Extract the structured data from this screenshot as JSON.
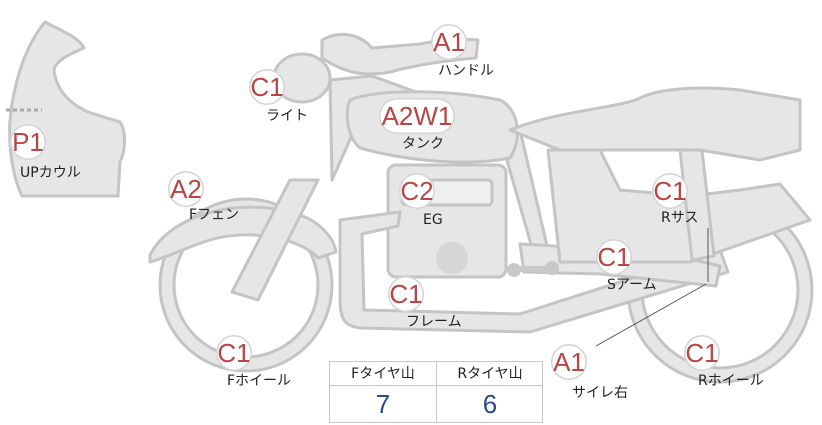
{
  "parts": {
    "handle": {
      "grade": "A1",
      "label": "ハンドル"
    },
    "light": {
      "grade": "C1",
      "label": "ライト"
    },
    "tank": {
      "grade": "A2W1",
      "label": "タンク"
    },
    "upcowl": {
      "grade": "P1",
      "label": "UPカウル"
    },
    "ffender": {
      "grade": "A2",
      "label": "Fフェン"
    },
    "engine": {
      "grade": "C2",
      "label": "EG"
    },
    "rsus": {
      "grade": "C1",
      "label": "Rサス"
    },
    "sarm": {
      "grade": "C1",
      "label": "Sアーム"
    },
    "frame": {
      "grade": "C1",
      "label": "フレーム"
    },
    "fwheel": {
      "grade": "C1",
      "label": "Fホイール"
    },
    "sidecover": {
      "grade": "A1",
      "label": "サイレ右"
    },
    "rwheel": {
      "grade": "C1",
      "label": "Rホイール"
    }
  },
  "tread": {
    "front_label": "Fタイヤ山",
    "rear_label": "Rタイヤ山",
    "front_value": "7",
    "rear_value": "6"
  },
  "colors": {
    "grade_text": "#b94545",
    "value_text": "#2b4a8c",
    "body_fill": "#e6e6e6",
    "body_stroke": "#c4c4c4"
  }
}
